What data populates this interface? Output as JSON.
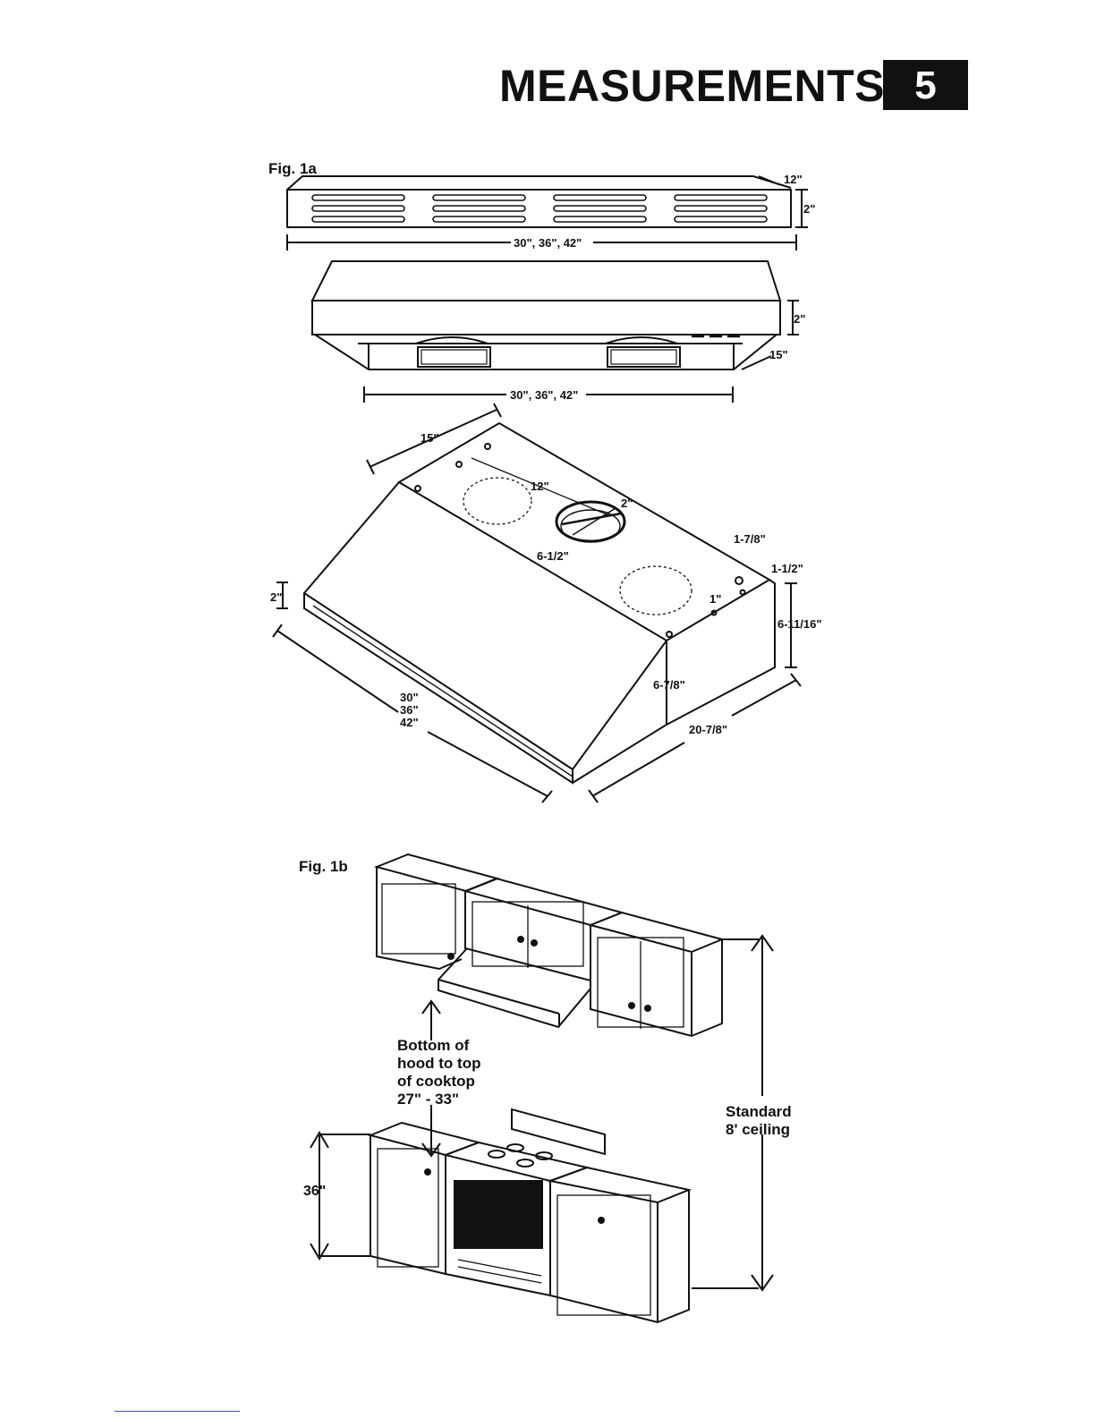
{
  "header": {
    "title": "MEASUREMENTS",
    "page_number": "5"
  },
  "fig1a": {
    "label": "Fig. 1a",
    "top_view": {
      "depth": "12\"",
      "height": "2\"",
      "width": "30\", 36\", 42\""
    },
    "front_view": {
      "height": "2\"",
      "depth": "15\"",
      "width": "30\", 36\", 42\""
    },
    "iso_view": {
      "depth": "15\"",
      "duct_offset": "12\"",
      "duct_height": "2\"",
      "duct_side": "6-1/2\"",
      "screw_offset_a": "1-7/8\"",
      "screw_offset_b": "1-1/2\"",
      "screw_offset_c": "1\"",
      "front_lip": "2\"",
      "side_height": "6-11/16\"",
      "front_height": "6-7/8\"",
      "width_1": "30\"",
      "width_2": "36\"",
      "width_3": "42\"",
      "side_depth": "20-7/8\""
    }
  },
  "fig1b": {
    "label": "Fig. 1b",
    "clearance_line1": "Bottom of",
    "clearance_line2": "hood to top",
    "clearance_line3": "of cooktop",
    "clearance_line4": "27\" - 33\"",
    "ceiling_line1": "Standard",
    "ceiling_line2": "8' ceiling",
    "counter_height": "36\""
  }
}
